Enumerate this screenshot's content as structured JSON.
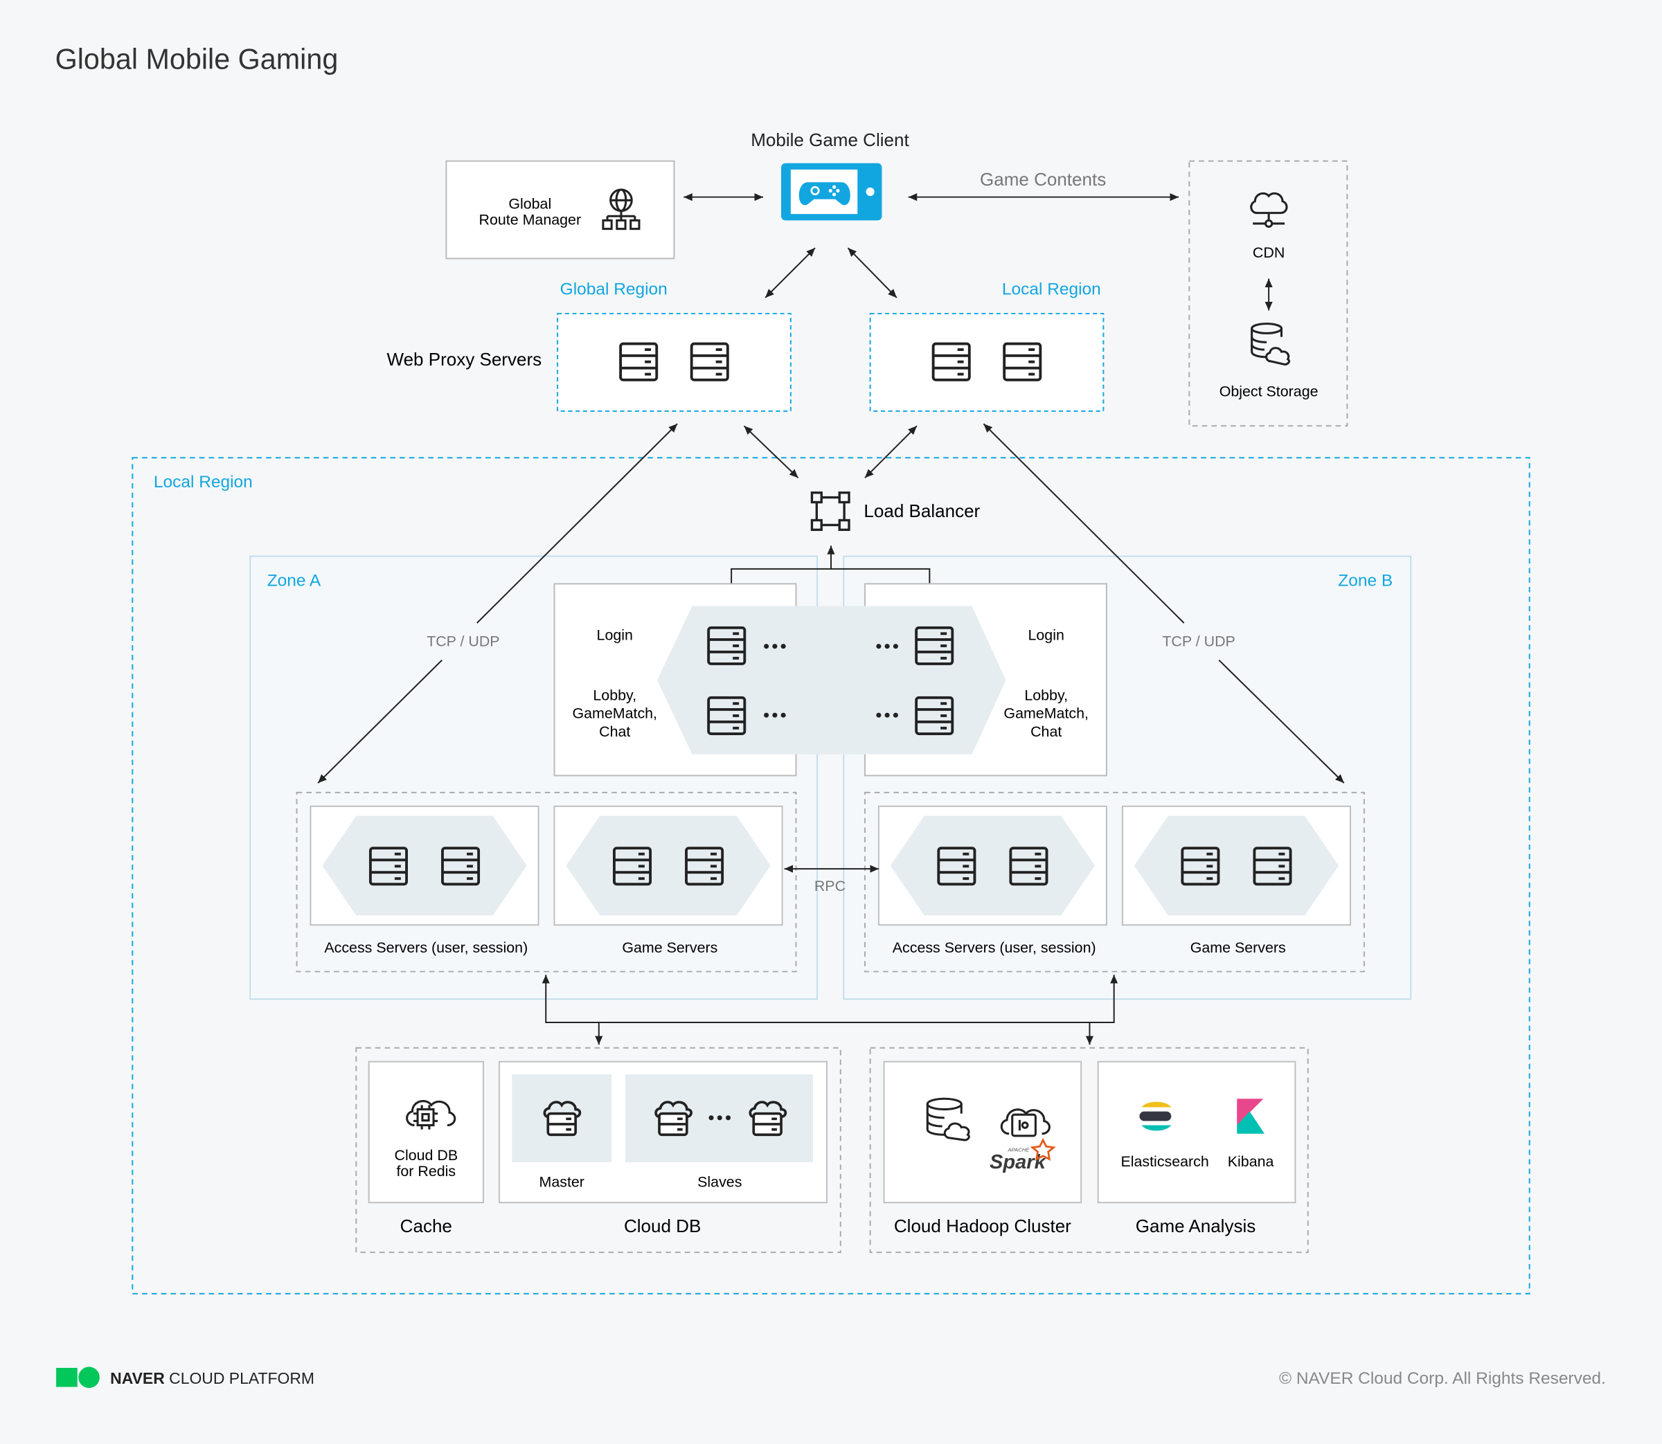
{
  "title": "Global Mobile Gaming",
  "client": {
    "label": "Mobile Game Client"
  },
  "global_route_manager": {
    "line1": "Global",
    "line2": "Route Manager"
  },
  "game_contents_label": "Game Contents",
  "cdn": {
    "label": "CDN",
    "storage_label": "Object Storage"
  },
  "regions": {
    "global_region": "Global Region",
    "local_region_top": "Local Region",
    "local_region_main": "Local Region"
  },
  "web_proxy_label": "Web Proxy Servers",
  "load_balancer_label": "Load Balancer",
  "zones": {
    "zone_a": "Zone A",
    "zone_b": "Zone B"
  },
  "protocol_label": "TCP / UDP",
  "rpc_label": "RPC",
  "login": {
    "login_label": "Login",
    "lobby_line1": "Lobby,",
    "lobby_line2": "GameMatch,",
    "lobby_line3": "Chat"
  },
  "servers": {
    "access": "Access Servers (user, session)",
    "game": "Game Servers"
  },
  "data_tier": {
    "redis_line1": "Cloud DB",
    "redis_line2": "for Redis",
    "cache": "Cache",
    "master": "Master",
    "slaves": "Slaves",
    "cloud_db": "Cloud DB",
    "hadoop": "Cloud Hadoop Cluster",
    "spark_small": "APACHE",
    "spark": "Spark",
    "elasticsearch": "Elasticsearch",
    "kibana": "Kibana",
    "analysis": "Game Analysis"
  },
  "footer": {
    "brand_bold": "NAVER",
    "brand_rest": " CLOUD PLATFORM",
    "copyright": "© NAVER Cloud Corp. All Rights Reserved."
  },
  "colors": {
    "accent": "#12a6e0",
    "text": "#222222",
    "muted": "#777777",
    "zone_fill": "#f4f8fb",
    "band": "#e6edf1"
  }
}
